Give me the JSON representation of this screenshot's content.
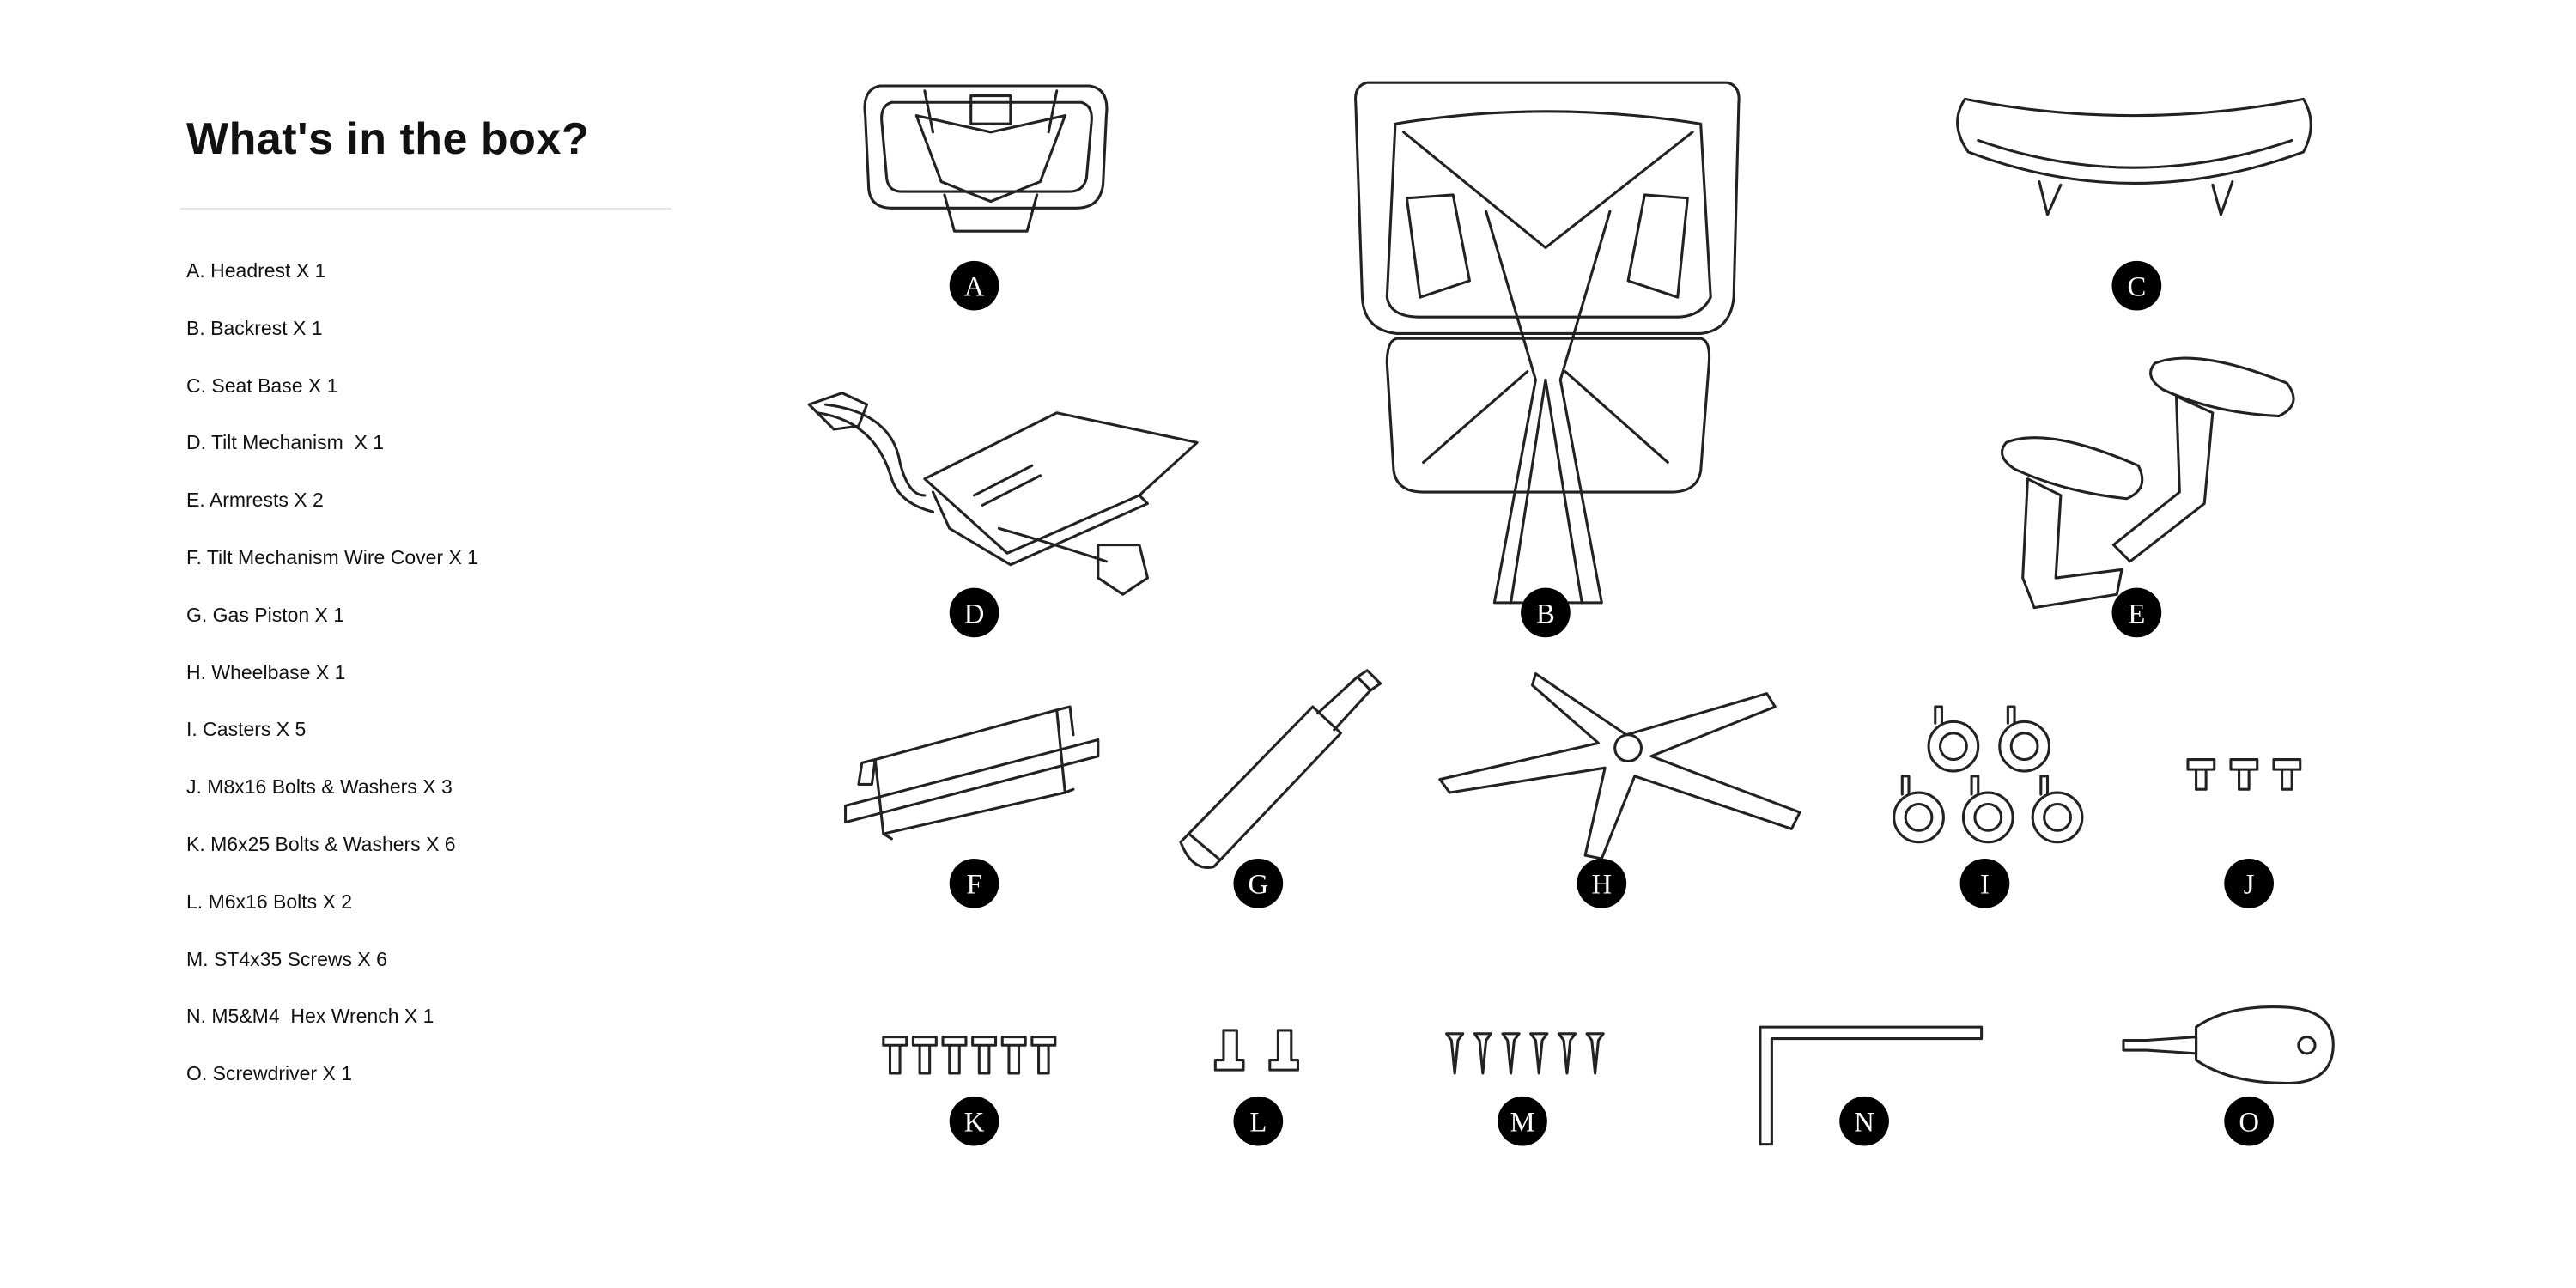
{
  "title": "What's in the box?",
  "items": [
    "A. Headrest X 1",
    "B. Backrest X 1",
    "C. Seat Base X 1",
    "D. Tilt Mechanism  X 1",
    "E. Armrests X 2",
    "F. Tilt Mechanism Wire Cover X 1",
    "G. Gas Piston X 1",
    "H. Wheelbase X 1",
    "I. Casters X 5",
    "J. M8x16 Bolts & Washers X 3",
    "K. M6x25 Bolts & Washers X 6",
    "L. M6x16 Bolts X 2",
    "M. ST4x35 Screws X 6",
    "N. M5&M4  Hex Wrench X 1",
    "O. Screwdriver X 1"
  ],
  "badges": {
    "A": "A",
    "B": "B",
    "C": "C",
    "D": "D",
    "E": "E",
    "F": "F",
    "G": "G",
    "H": "H",
    "I": "I",
    "J": "J",
    "K": "K",
    "L": "L",
    "M": "M",
    "N": "N",
    "O": "O"
  }
}
